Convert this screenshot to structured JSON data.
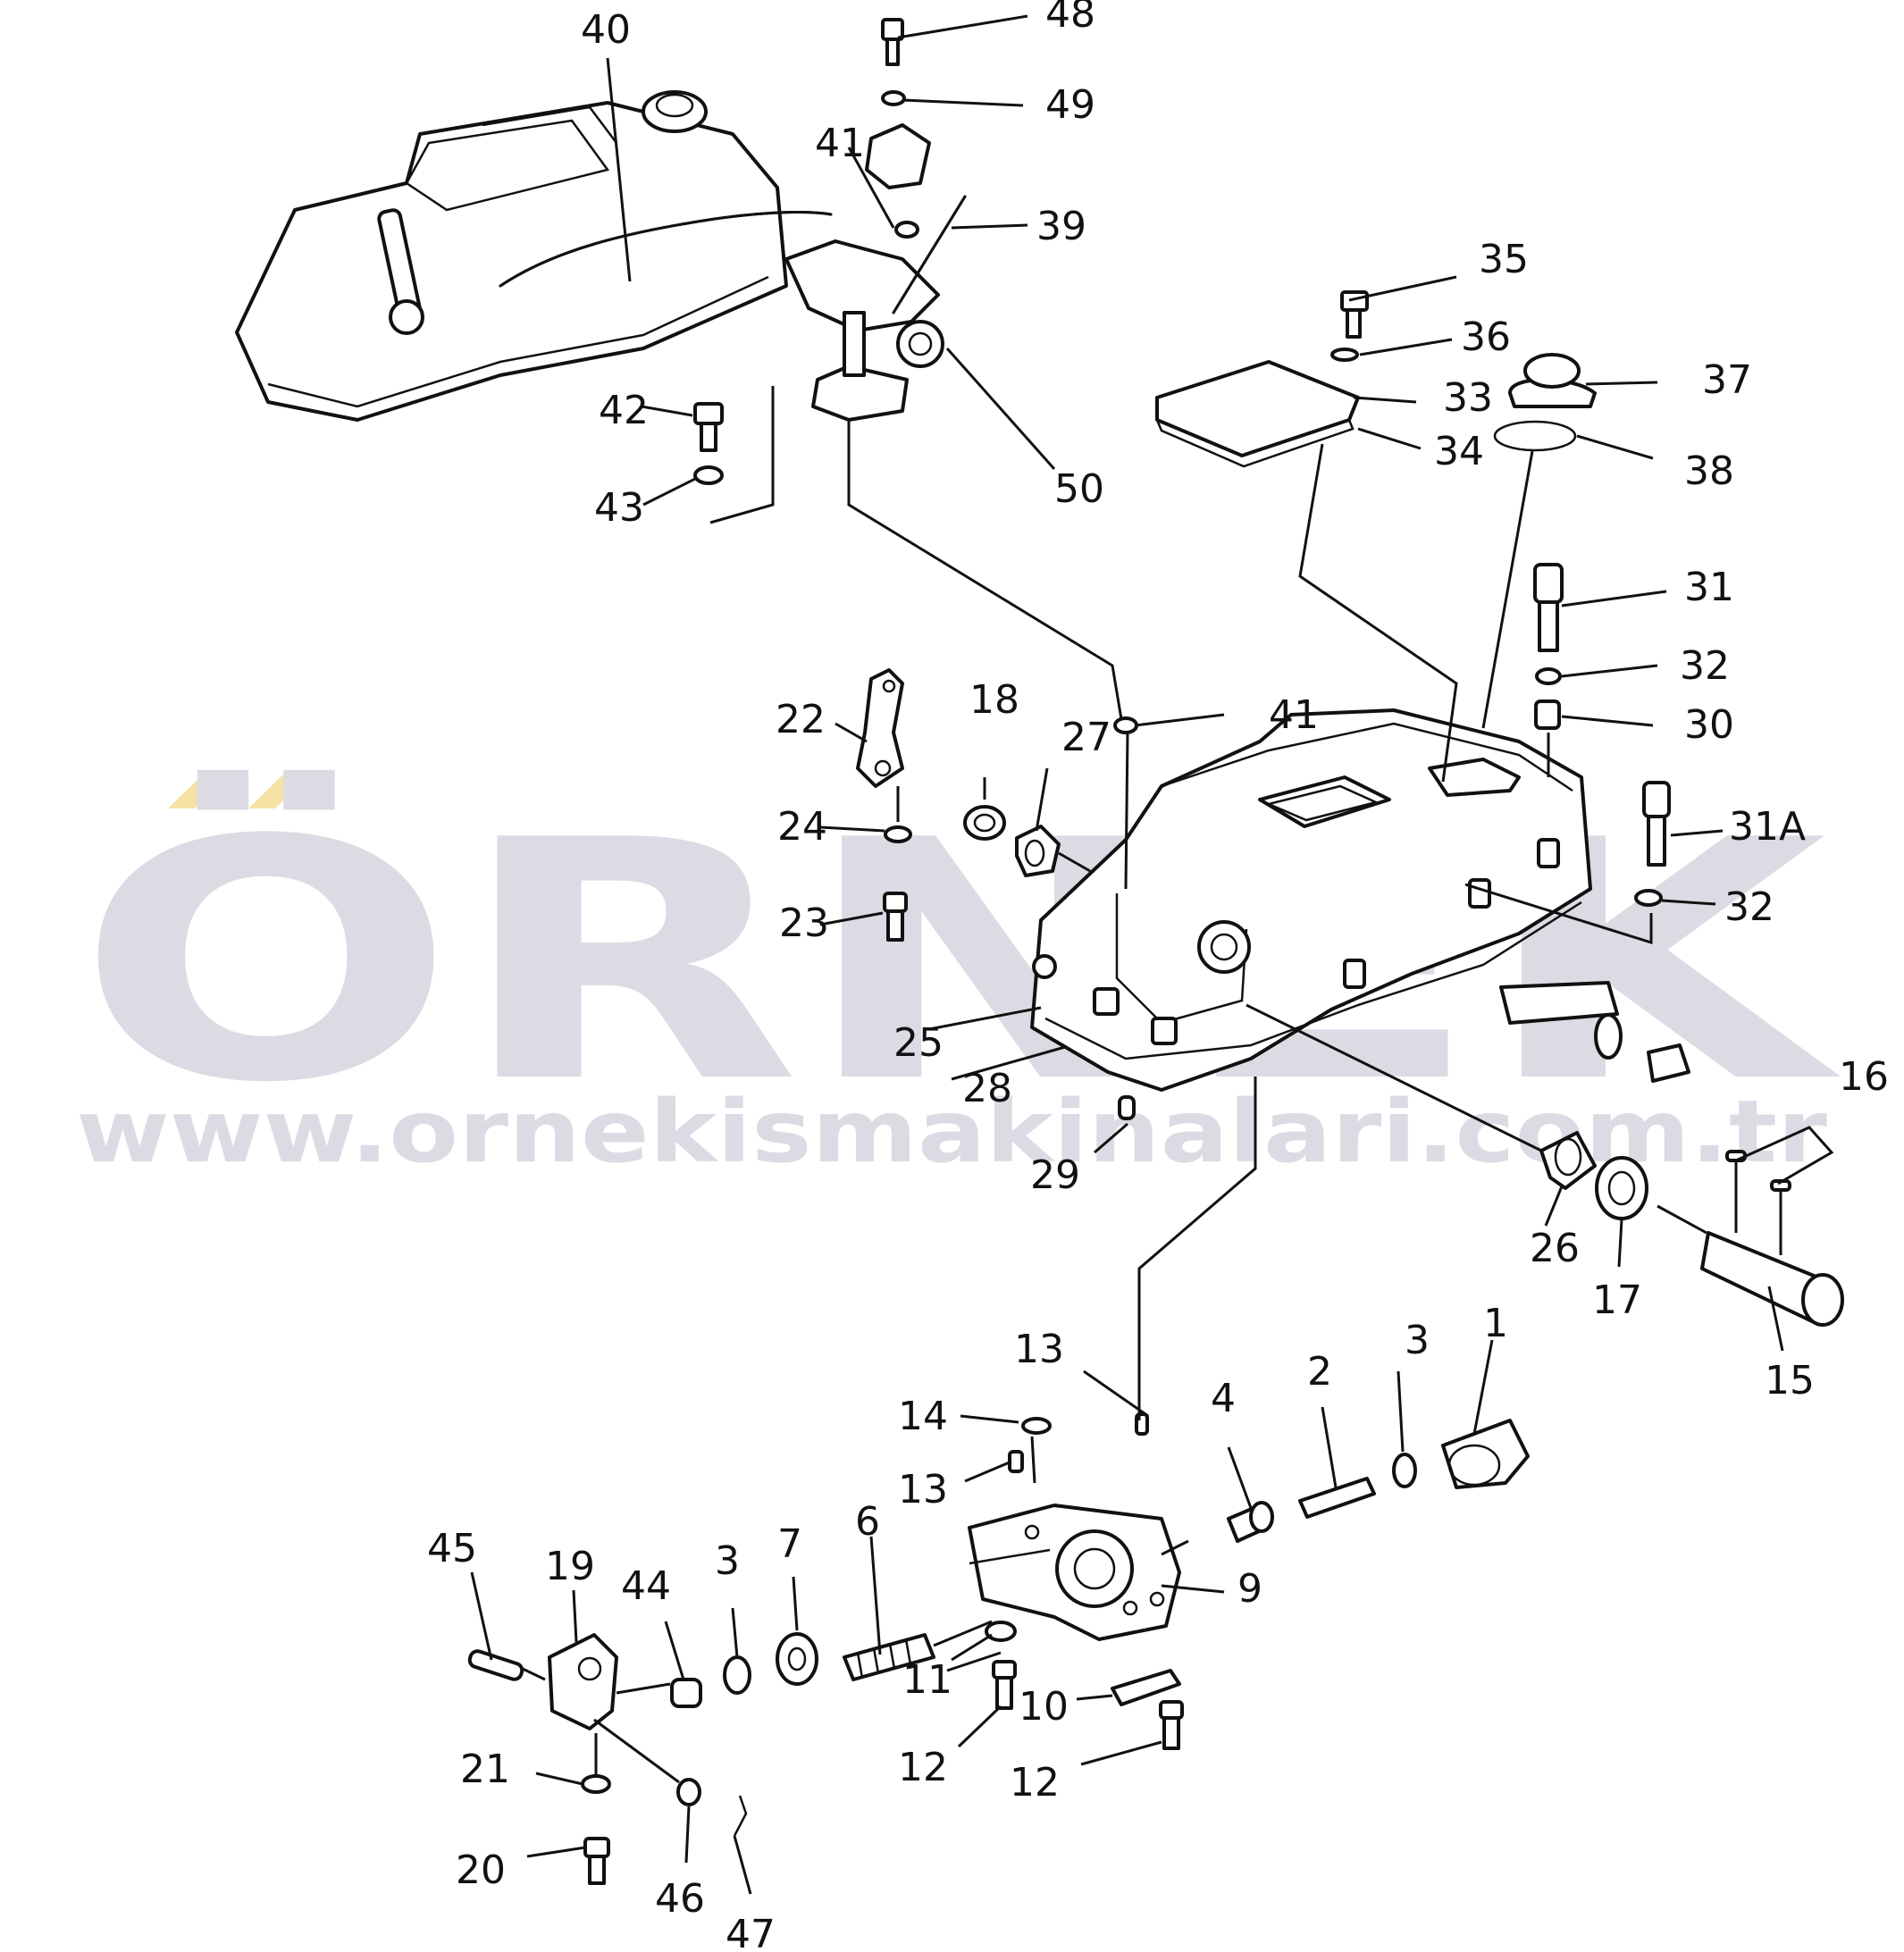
{
  "watermark": {
    "brand": "ÖRNEK",
    "url": "www.ornekismakinalari.com.tr",
    "colors": {
      "letters": "#dcdbe3",
      "accent": "#f5e2a4"
    }
  },
  "callouts": {
    "c1": "1",
    "c2": "2",
    "c3a": "3",
    "c3b": "3",
    "c4": "4",
    "c6": "6",
    "c7": "7",
    "c9": "9",
    "c10": "10",
    "c11": "11",
    "c12a": "12",
    "c12b": "12",
    "c13a": "13",
    "c13b": "13",
    "c14": "14",
    "c15": "15",
    "c16": "16",
    "c17": "17",
    "c18": "18",
    "c19": "19",
    "c20": "20",
    "c21": "21",
    "c22": "22",
    "c23": "23",
    "c24": "24",
    "c25": "25",
    "c26": "26",
    "c27": "27",
    "c28": "28",
    "c29": "29",
    "c30": "30",
    "c31": "31",
    "c31a": "31A",
    "c32a": "32",
    "c32b": "32",
    "c33": "33",
    "c34": "34",
    "c35": "35",
    "c36": "36",
    "c37": "37",
    "c38": "38",
    "c39": "39",
    "c40": "40",
    "c41a": "41",
    "c41b": "41",
    "c42": "42",
    "c43": "43",
    "c44": "44",
    "c45": "45",
    "c46": "46",
    "c47": "47",
    "c48": "48",
    "c49": "49",
    "c50": "50"
  }
}
